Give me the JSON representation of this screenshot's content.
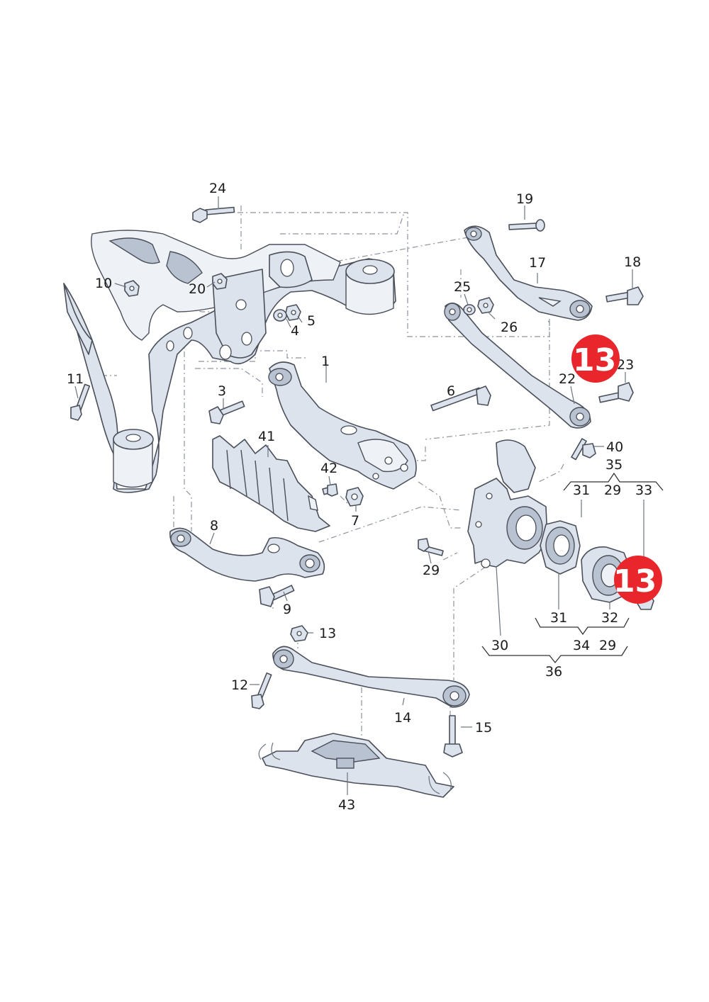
{
  "callouts": {
    "c1": "1",
    "c3": "3",
    "c4": "4",
    "c5": "5",
    "c6": "6",
    "c7": "7",
    "c8": "8",
    "c9": "9",
    "c10": "10",
    "c11": "11",
    "c12": "12",
    "c13": "13",
    "c14": "14",
    "c15": "15",
    "c17": "17",
    "c18": "18",
    "c19": "19",
    "c20": "20",
    "c22": "22",
    "c23": "23",
    "c24": "24",
    "c25": "25",
    "c26": "26",
    "c29a": "29",
    "c29b": "29",
    "c29c": "29",
    "c30": "30",
    "c31a": "31",
    "c31b": "31",
    "c32": "32",
    "c33": "33",
    "c34": "34",
    "c35": "35",
    "c36": "36",
    "c40": "40",
    "c41": "41",
    "c42": "42",
    "c43": "43"
  },
  "badges": {
    "b1": "13",
    "b2": "13"
  },
  "colors": {
    "badge": "#e8262b",
    "part_fill": "#dde3ec",
    "outline": "#4a4f5a"
  }
}
